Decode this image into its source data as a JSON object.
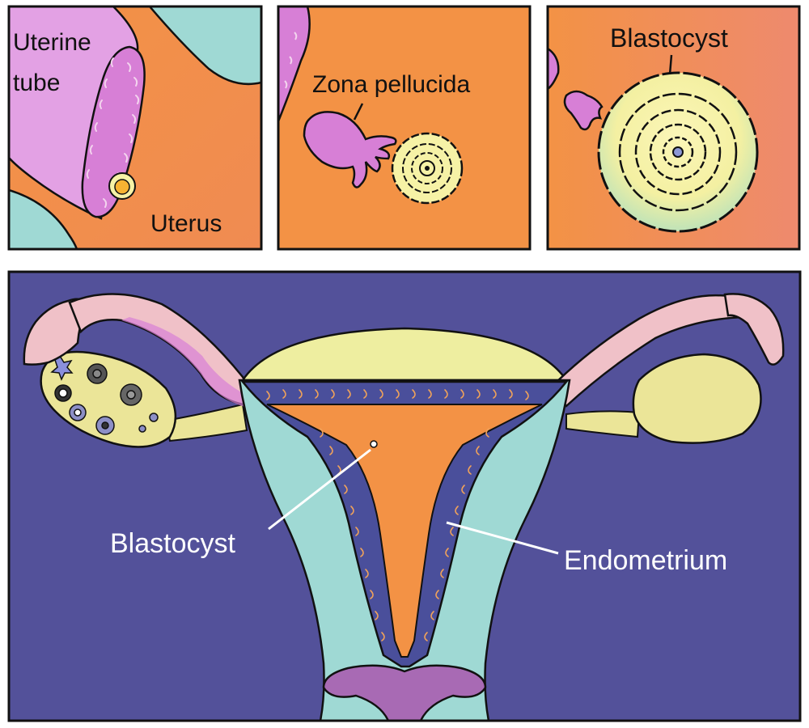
{
  "panels": [
    {
      "labels": [
        "Uterine",
        "tube",
        "Uterus"
      ]
    },
    {
      "labels": [
        "Zona pellucida"
      ]
    },
    {
      "labels": [
        "Blastocyst"
      ]
    }
  ],
  "main": {
    "labels": {
      "blastocyst": "Blastocyst",
      "endometrium": "Endometrium"
    }
  },
  "colors": {
    "orange": "#f39245",
    "pink_orange": "#ef8a66",
    "magenta": "#d77fd6",
    "magenta_light": "#e3a1e4",
    "teal": "#9fd9d4",
    "cream": "#f6f2a6",
    "cream_yellow": "#eeee9a",
    "navy": "#53519a",
    "endometrium": "#4a4f9b",
    "vein_orange": "#f0a25a",
    "ovary_yellow": "#ebe598",
    "cervix_purple": "#a86ab4",
    "tube_pink": "#f0c1c8",
    "outline": "#111111"
  }
}
